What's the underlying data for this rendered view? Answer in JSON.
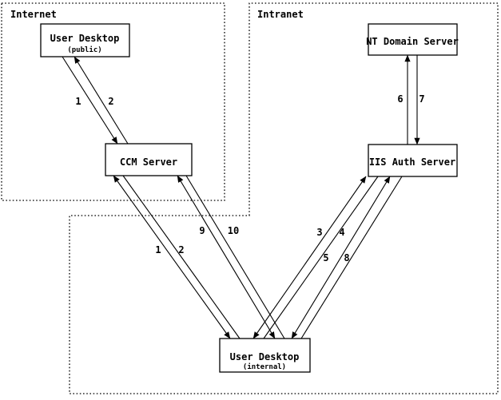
{
  "zones": {
    "internet": {
      "label": "Internet"
    },
    "intranet": {
      "label": "Intranet"
    }
  },
  "nodes": {
    "desktop_public": {
      "label": "User Desktop",
      "sub": "(public)"
    },
    "ccm": {
      "label": "CCM Server"
    },
    "nt": {
      "label": "NT Domain Server"
    },
    "iis": {
      "label": "IIS Auth Server"
    },
    "desktop_internal": {
      "label": "User Desktop",
      "sub": "(internal)"
    }
  },
  "edges": {
    "pub_to_ccm": "1",
    "ccm_to_pub": "2",
    "int_to_ccm_a": "1",
    "ccm_to_int_a": "2",
    "int_to_ccm_b": "9",
    "ccm_to_int_b": "10",
    "int_to_iis_a": "3",
    "iis_to_int_a": "4",
    "int_to_iis_b": "5",
    "iis_to_int_b": "8",
    "iis_to_nt": "6",
    "nt_to_iis": "7"
  },
  "colors": {
    "ink": "#000000",
    "background": "#ffffff"
  }
}
